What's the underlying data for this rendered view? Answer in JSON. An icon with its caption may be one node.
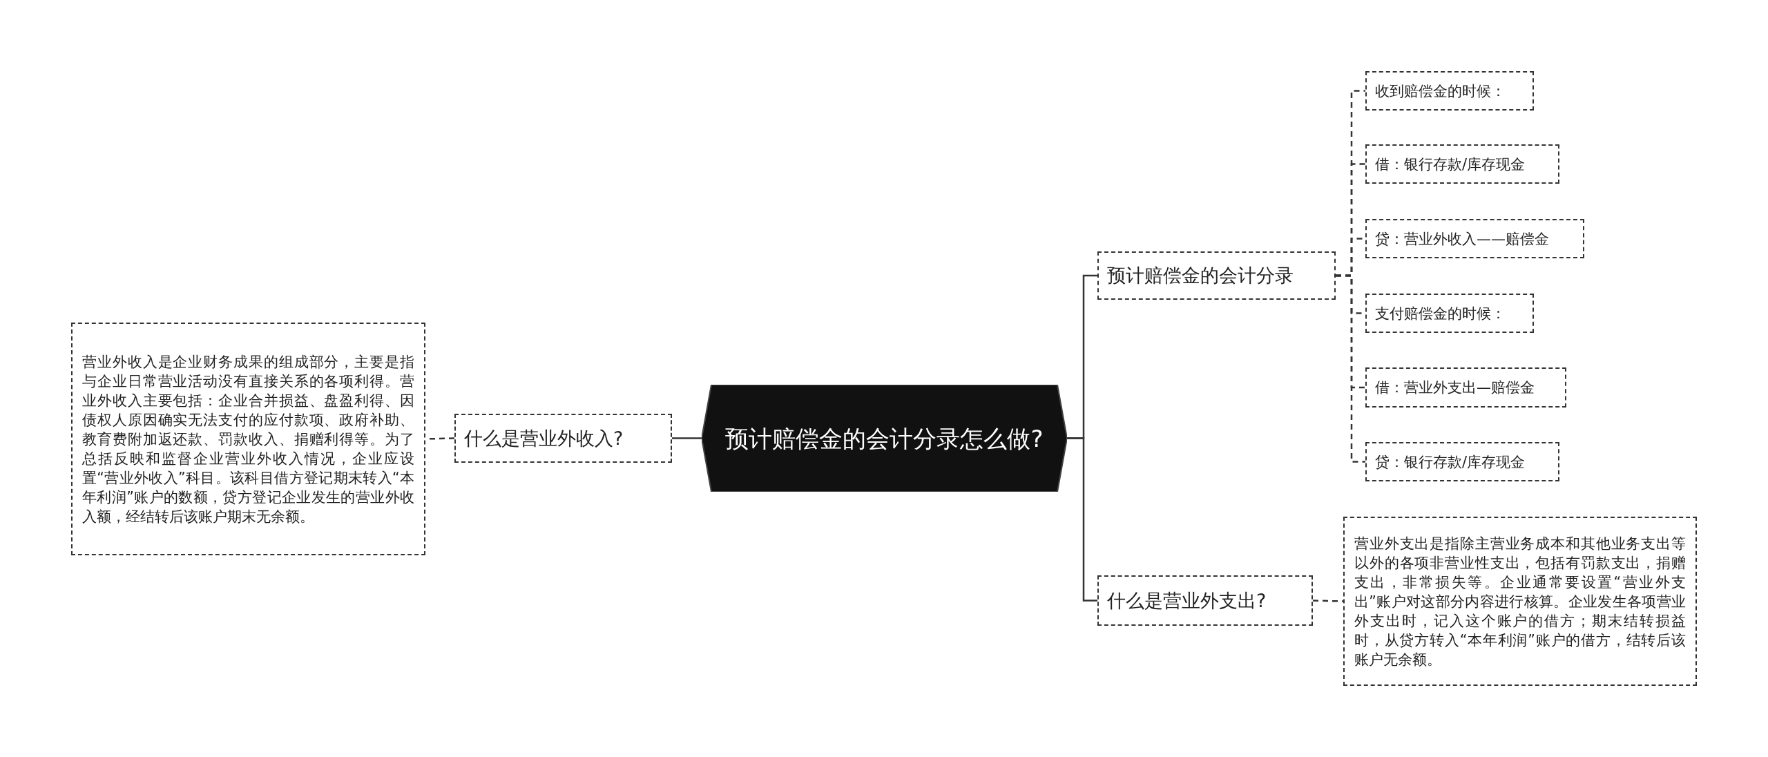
{
  "diagram": {
    "nodes": [
      {
        "text": [
          "预计赔偿金的会计分录怎么做?"
        ]
      },
      {
        "text": [
          "什么是营业外收入?"
        ]
      },
      {
        "text": [
          "营业外收入是企业财务成果的组成部分，主要是指与企业日常营业活动没有直接关系的各项利得。营业外收入主要包括：企业合并损益、盘盈利得、因债权人原因确实无法支付的应付款项、政府补助、教育费附加返还款、罚款收入、捐赠利得等。为了总括反映和监督企业营业外收入情况，企业应设置“营业外收入”科目。该科目借方登记期末转入“本年利润”账户的数额，贷方登记企业发生的营业外收入额，经结转后该账户期末无余额。"
        ]
      },
      {
        "text": [
          "预计赔偿金的会计分录"
        ]
      },
      {
        "text": [
          "收到赔偿金的时候："
        ]
      },
      {
        "text": [
          "借：银行存款/库存现金"
        ]
      },
      {
        "text": [
          "贷：营业外收入——赔偿金"
        ]
      },
      {
        "text": [
          "支付赔偿金的时候："
        ]
      },
      {
        "text": [
          "借：营业外支出—赔偿金"
        ]
      },
      {
        "text": [
          "贷：银行存款/库存现金"
        ]
      },
      {
        "text": [
          "什么是营业外支出?"
        ]
      },
      {
        "text": [
          "营业外支出是指除主营业务成本和其他业务支出等以外的各项非营业性支出，包括有罚款支出，捐赠支出，非常损失等。企业通常要设置“营业外支出”账户对这部分内容进行核算。企业发生各项营业外支出时，记入这个账户的借方；期末结转损益时，从贷方转入“本年利润”账户的借方，结转后该账户无余额。"
        ]
      }
    ],
    "edges": [
      {
        "from": 0,
        "to": 1,
        "arrow": "none"
      },
      {
        "from": 1,
        "to": 2,
        "arrow": "none",
        "style": "dashed"
      },
      {
        "from": 0,
        "to": 3,
        "arrow": "none"
      },
      {
        "from": 0,
        "to": 10,
        "arrow": "none"
      },
      {
        "from": 3,
        "to": 4,
        "arrow": "none",
        "style": "dashed"
      },
      {
        "from": 3,
        "to": 5,
        "arrow": "none",
        "style": "dashed"
      },
      {
        "from": 3,
        "to": 6,
        "arrow": "none",
        "style": "dashed"
      },
      {
        "from": 3,
        "to": 7,
        "arrow": "none",
        "style": "dashed"
      },
      {
        "from": 3,
        "to": 8,
        "arrow": "none",
        "style": "dashed"
      },
      {
        "from": 3,
        "to": 9,
        "arrow": "none",
        "style": "dashed"
      },
      {
        "from": 10,
        "to": 11,
        "arrow": "none",
        "style": "dashed"
      }
    ]
  }
}
